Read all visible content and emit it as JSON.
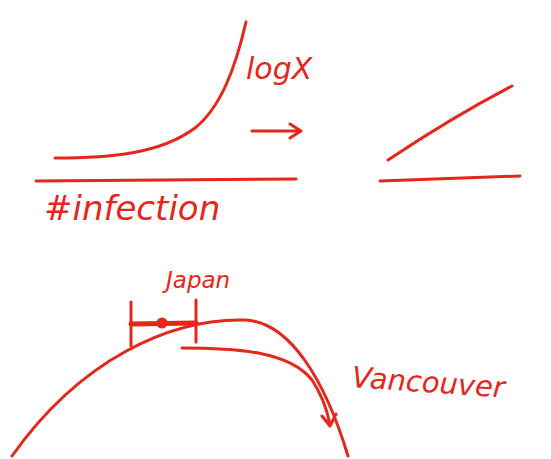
{
  "diagram": {
    "labels": [
      "logX",
      "#infection",
      "Japan",
      "Vancouver"
    ]
  }
}
